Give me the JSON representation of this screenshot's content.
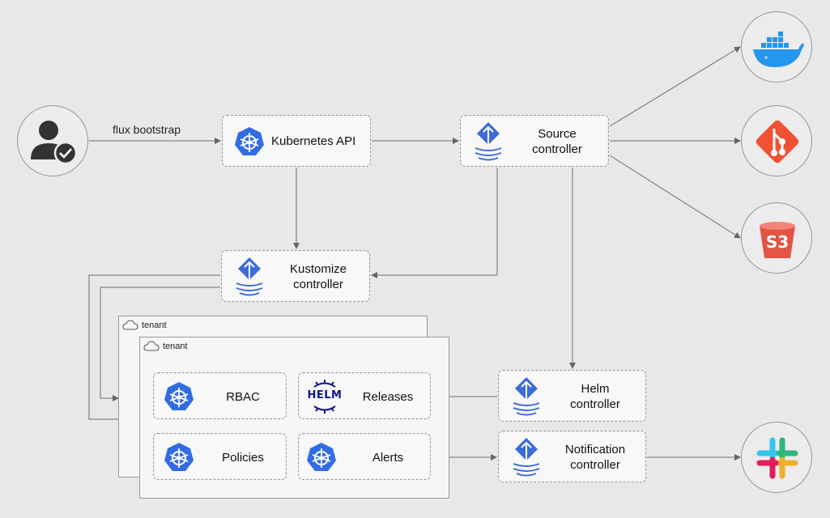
{
  "edge_labels": {
    "bootstrap": "flux bootstrap"
  },
  "nodes": {
    "k8s_api": "Kubernetes API",
    "source_controller": [
      "Source",
      "controller"
    ],
    "kustomize_controller": [
      "Kustomize",
      "controller"
    ],
    "helm_controller": [
      "Helm",
      "controller"
    ],
    "notification_controller": [
      "Notification",
      "controller"
    ]
  },
  "tenants": {
    "back": "tenant",
    "front": "tenant"
  },
  "tenant_items": {
    "rbac": "RBAC",
    "releases": "Releases",
    "policies": "Policies",
    "alerts": "Alerts",
    "helm_logo_text": "HELM"
  },
  "external": {
    "s3_text": "S3"
  },
  "colors": {
    "k8s_blue": "#326ce5",
    "flux_blue": "#3d6bd8",
    "git_red": "#f05133",
    "s3_red": "#e25444",
    "docker_blue": "#2496ed",
    "helm_navy": "#0f1689"
  }
}
